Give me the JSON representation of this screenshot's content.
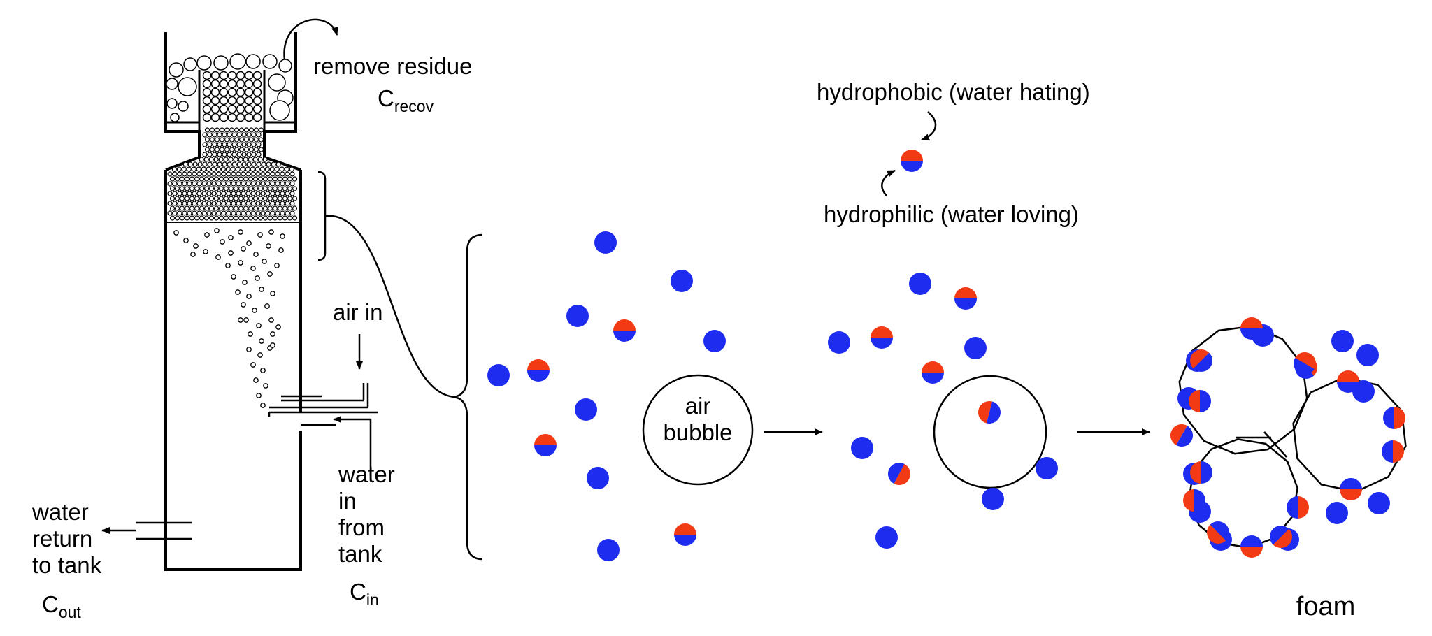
{
  "labels": {
    "remove_residue": "remove residue",
    "c_recov_main": "C",
    "c_recov_sub": "recov",
    "air_in": "air in",
    "water_in": [
      "water",
      "in",
      "from",
      "tank"
    ],
    "c_in_main": "C",
    "c_in_sub": "in",
    "water_return": [
      "water",
      "return",
      "to tank"
    ],
    "c_out_main": "C",
    "c_out_sub": "out",
    "hydrophobic": "hydrophobic (water hating)",
    "hydrophilic": "hydrophilic (water loving)",
    "air_bubble": [
      "air",
      "bubble"
    ],
    "foam": "foam"
  },
  "colors": {
    "hydrophilic": "#1e2cf0",
    "hydrophobic": "#f23a14"
  }
}
